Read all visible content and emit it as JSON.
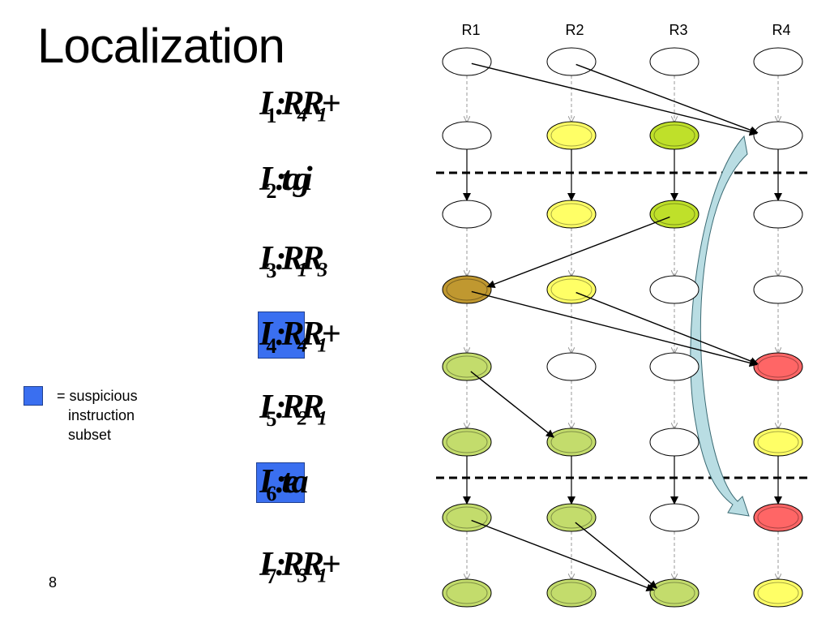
{
  "title": "Localization",
  "columns": [
    "R1",
    "R2",
    "R3",
    "R4"
  ],
  "instructions": [
    {
      "id": "I1",
      "letter": "I",
      "sub": "1",
      "ops": "R₄R₁+",
      "suspicious": false
    },
    {
      "id": "I2",
      "letter": "I",
      "sub": "2",
      "ops": "tagi",
      "suspicious": false
    },
    {
      "id": "I3",
      "letter": "I",
      "sub": "3",
      "ops": "R₁R₃",
      "suspicious": false
    },
    {
      "id": "I4",
      "letter": "I",
      "sub": "4",
      "ops": "R₄R₁+",
      "suspicious": true
    },
    {
      "id": "I5",
      "letter": "I",
      "sub": "5",
      "ops": "R₂R₁",
      "suspicious": false
    },
    {
      "id": "I6",
      "letter": "I",
      "sub": "6",
      "ops": "tea",
      "suspicious": true
    },
    {
      "id": "I7",
      "letter": "I",
      "sub": "7",
      "ops": "R₃R₁+",
      "suspicious": false
    }
  ],
  "legend": {
    "prefix": "=",
    "line1": "suspicious",
    "line2": "instruction",
    "line3": "subset"
  },
  "slide_number": "8",
  "colors": {
    "white": "#ffffff",
    "yellow": "#ffff66",
    "lime": "#bfe02a",
    "olive": "#c09830",
    "light_green": "#c3dc6c",
    "red": "#ff6666",
    "suspicious": "#3a6ff0",
    "shadow_arrow": "#b9dde3"
  },
  "node_colors": [
    [
      "white",
      "white",
      "white",
      "white"
    ],
    [
      "white",
      "yellow",
      "lime",
      "white"
    ],
    [
      "white",
      "yellow",
      "lime",
      "white"
    ],
    [
      "olive",
      "yellow",
      "white",
      "white"
    ],
    [
      "light_green",
      "white",
      "white",
      "red"
    ],
    [
      "light_green",
      "light_green",
      "white",
      "yellow"
    ],
    [
      "light_green",
      "light_green",
      "white",
      "red"
    ],
    [
      "light_green",
      "light_green",
      "light_green",
      "yellow"
    ]
  ]
}
